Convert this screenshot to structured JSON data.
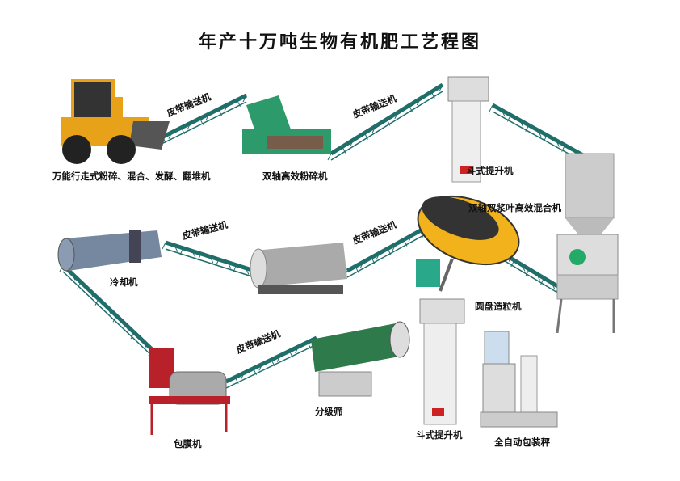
{
  "title": "年产十万吨生物有机肥工艺程图",
  "colors": {
    "conveyor": "#1f6e6a",
    "loader": "#e8a21a",
    "crusher": "#2c9a6a",
    "granulator": "#f2b21c",
    "coating": "#b8202a",
    "screen": "#2f7a4a"
  },
  "machines": [
    {
      "id": "loader",
      "label": "万能行走式粉碎、混合、发酵、翻堆机"
    },
    {
      "id": "crusher",
      "label": "双轴高效粉碎机"
    },
    {
      "id": "elevator1",
      "label": "斗式提升机"
    },
    {
      "id": "mixer",
      "label": "双轴双浆叶高效混合机"
    },
    {
      "id": "granulator",
      "label": "圆盘造粒机"
    },
    {
      "id": "cooler",
      "label": "冷却机"
    },
    {
      "id": "coating",
      "label": "包膜机"
    },
    {
      "id": "screen",
      "label": "分级筛"
    },
    {
      "id": "elevator2",
      "label": "斗式提升机"
    },
    {
      "id": "packer",
      "label": "全自动包装秤"
    }
  ],
  "conveyors": [
    {
      "label": "皮带输送机"
    },
    {
      "label": "皮带输送机"
    },
    {
      "label": "皮带输送机"
    },
    {
      "label": "皮带输送机"
    },
    {
      "label": "皮带输送机"
    }
  ]
}
